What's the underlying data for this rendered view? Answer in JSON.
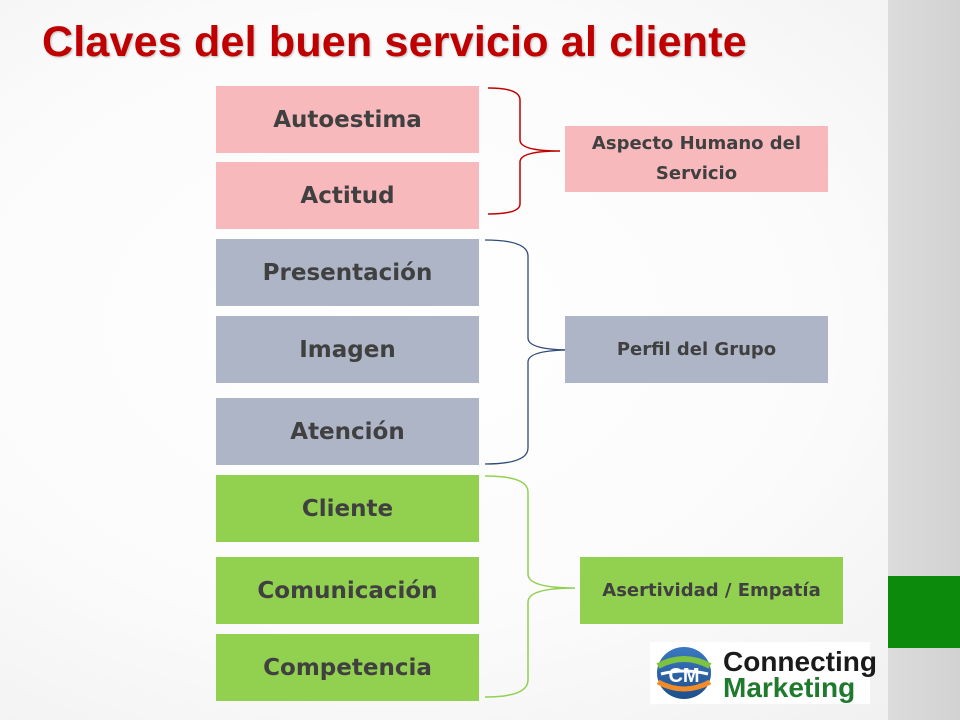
{
  "title": "Claves del buen servicio al cliente",
  "items": [
    {
      "label": "Autoestima"
    },
    {
      "label": "Actitud"
    },
    {
      "label": "Presentación"
    },
    {
      "label": "Imagen"
    },
    {
      "label": "Atención"
    },
    {
      "label": "Cliente"
    },
    {
      "label": "Comunicación"
    },
    {
      "label": "Competencia"
    }
  ],
  "groups": [
    {
      "label": "Aspecto Humano del Servicio",
      "color": "#c00000",
      "fill": "#f8b9bd"
    },
    {
      "label": "Perfil del Grupo",
      "color": "#1f3864",
      "fill": "#adb5c6"
    },
    {
      "label": "Asertividad / Empatía",
      "color": "#92d050",
      "fill": "#92d050"
    }
  ],
  "logo": {
    "line1": "Connecting",
    "line2": "Marketing",
    "mark": "CM"
  }
}
